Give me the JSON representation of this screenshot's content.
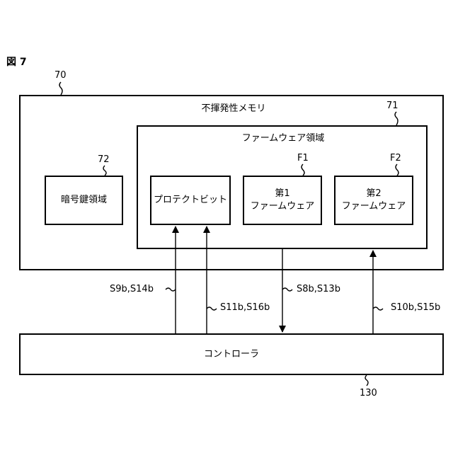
{
  "figure_label": "図 7",
  "memory": {
    "ref": "70",
    "title": "不揮発性メモリ"
  },
  "firmware_area": {
    "ref": "71",
    "title": "ファームウェア領域"
  },
  "crypto_key_area": {
    "ref": "72",
    "label": "暗号鍵領域"
  },
  "protect_bit": {
    "label": "プロテクトビット"
  },
  "firmware1": {
    "ref": "F1",
    "line1": "第1",
    "line2": "ファームウェア"
  },
  "firmware2": {
    "ref": "F2",
    "line1": "第2",
    "line2": "ファームウェア"
  },
  "controller": {
    "ref": "130",
    "label": "コントローラ"
  },
  "signals": {
    "s1": "S9b,S14b",
    "s2": "S11b,S16b",
    "s3": "S8b,S13b",
    "s4": "S10b,S15b"
  }
}
